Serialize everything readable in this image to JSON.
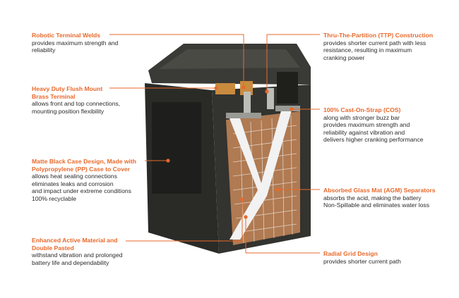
{
  "callouts": {
    "robotic_welds": {
      "title": "Robotic Terminal Welds",
      "desc": "provides maximum strength and\nreliability"
    },
    "brass_terminal": {
      "title": "Heavy Duty Flush Mount\nBrass Terminal",
      "desc": "allows front and top connections,\nmounting position flexibility"
    },
    "matte_case": {
      "title": "Matte Black Case Design, Made with\nPolypropylene (PP) Case to Cover",
      "desc": "allows heat sealing connections\neliminates leaks and corrosion\nand impact under extreme conditions\n100% recyclable"
    },
    "active_material": {
      "title": "Enhanced Active Material and\nDouble Pasted",
      "desc": "withstand vibration and prolonged\nbattery life and dependability"
    },
    "ttp": {
      "title": "Thru-The-Partition (TTP) Construction",
      "desc": "provides shorter current path with less\nresistance, resulting in maximum\ncranking power"
    },
    "cos": {
      "title": "100% Cast-On-Strap (COS)",
      "desc": "along with stronger buzz bar\nprovides maximum strength and\nreliability against vibration and\ndelivers higher cranking performance"
    },
    "agm": {
      "title": "Absorbed Glass Mat (AGM) Separators",
      "desc": "absorbs the acid, making the battery\nNon-Spillable and eliminates water loss"
    },
    "radial_grid": {
      "title": "Radial Grid Design",
      "desc": "provides shorter current path"
    }
  },
  "colors": {
    "accent": "#e8692b",
    "case": "#2a2b27",
    "case_top": "#3a3a36",
    "plate": "#b07a52",
    "grid": "#e8e0d8",
    "terminal": "#c98b3e"
  }
}
